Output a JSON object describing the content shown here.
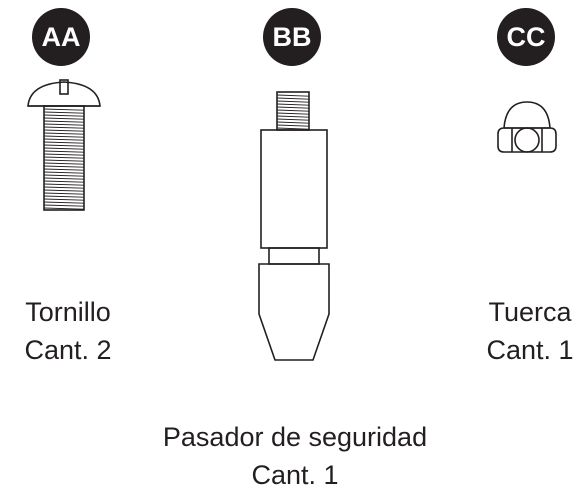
{
  "parts": [
    {
      "badge": "AA",
      "name": "Tornillo",
      "qty": "Cant. 2",
      "icon": "screw-icon"
    },
    {
      "badge": "BB",
      "name": "Pasador de seguridad",
      "qty": "Cant. 1",
      "icon": "safety-pin-icon"
    },
    {
      "badge": "CC",
      "name": "Tuerca",
      "qty": "Cant. 1",
      "icon": "nut-icon"
    }
  ],
  "colors": {
    "ink": "#231f20",
    "background": "#ffffff"
  }
}
